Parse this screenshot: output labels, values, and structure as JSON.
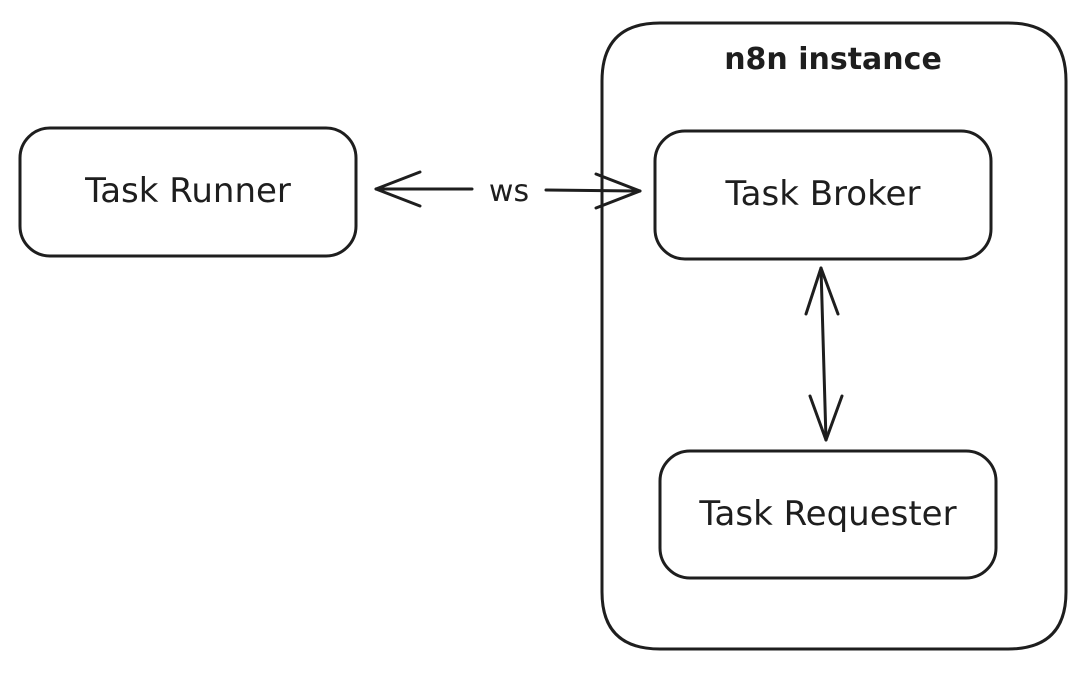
{
  "diagram": {
    "container_label": "n8n instance",
    "nodes": {
      "runner": "Task Runner",
      "broker": "Task Broker",
      "requester": "Task Requester"
    },
    "edges": {
      "runner_broker": "ws"
    },
    "colors": {
      "stroke": "#1e1e1e",
      "text": "#1e1e1e",
      "background": "#ffffff"
    }
  }
}
